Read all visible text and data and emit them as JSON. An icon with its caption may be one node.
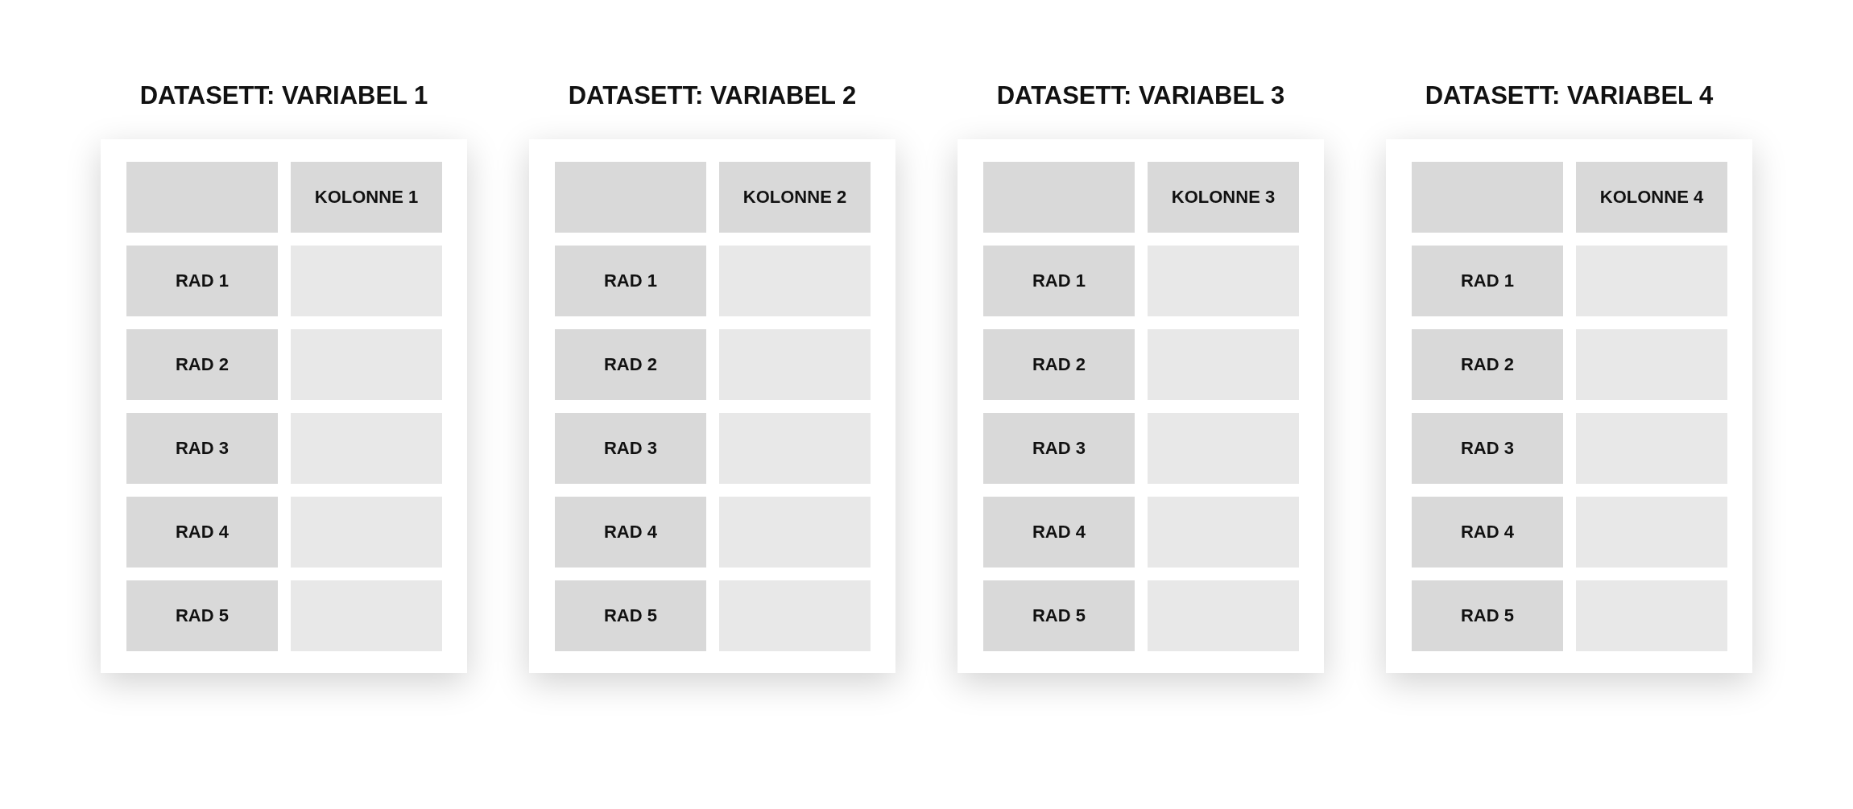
{
  "diagram": {
    "nodes": [
      {
        "text": [
          "DATASETT: VARIABEL 1"
        ]
      },
      {
        "text": [],
        "shape": "box",
        "in": 0
      },
      {
        "text": [
          "KOLONNE 1"
        ],
        "in": 0
      },
      {
        "text": [
          "RAD 1"
        ],
        "in": 0
      },
      {
        "text": [],
        "shape": "box",
        "in": 0
      },
      {
        "text": [
          "RAD 2"
        ],
        "in": 0
      },
      {
        "text": [],
        "shape": "box",
        "in": 0
      },
      {
        "text": [
          "RAD 3"
        ],
        "in": 0
      },
      {
        "text": [],
        "shape": "box",
        "in": 0
      },
      {
        "text": [
          "RAD 4"
        ],
        "in": 0
      },
      {
        "text": [],
        "shape": "box",
        "in": 0
      },
      {
        "text": [
          "RAD 5"
        ],
        "in": 0
      },
      {
        "text": [],
        "shape": "box",
        "in": 0
      },
      {
        "text": [
          "DATASETT: VARIABEL 2"
        ]
      },
      {
        "text": [],
        "shape": "box",
        "in": 13
      },
      {
        "text": [
          "KOLONNE 2"
        ],
        "in": 13
      },
      {
        "text": [
          "RAD 1"
        ],
        "in": 13
      },
      {
        "text": [],
        "shape": "box",
        "in": 13
      },
      {
        "text": [
          "RAD 2"
        ],
        "in": 13
      },
      {
        "text": [],
        "shape": "box",
        "in": 13
      },
      {
        "text": [
          "RAD 3"
        ],
        "in": 13
      },
      {
        "text": [],
        "shape": "box",
        "in": 13
      },
      {
        "text": [
          "RAD 4"
        ],
        "in": 13
      },
      {
        "text": [],
        "shape": "box",
        "in": 13
      },
      {
        "text": [
          "RAD 5"
        ],
        "in": 13
      },
      {
        "text": [],
        "shape": "box",
        "in": 13
      },
      {
        "text": [
          "DATASETT: VARIABEL 3"
        ]
      },
      {
        "text": [],
        "shape": "box",
        "in": 26
      },
      {
        "text": [
          "KOLONNE 3"
        ],
        "in": 26
      },
      {
        "text": [
          "RAD 1"
        ],
        "in": 26
      },
      {
        "text": [],
        "shape": "box",
        "in": 26
      },
      {
        "text": [
          "RAD 2"
        ],
        "in": 26
      },
      {
        "text": [],
        "shape": "box",
        "in": 26
      },
      {
        "text": [
          "RAD 3"
        ],
        "in": 26
      },
      {
        "text": [],
        "shape": "box",
        "in": 26
      },
      {
        "text": [
          "RAD 4"
        ],
        "in": 26
      },
      {
        "text": [],
        "shape": "box",
        "in": 26
      },
      {
        "text": [
          "RAD 5"
        ],
        "in": 26
      },
      {
        "text": [],
        "shape": "box",
        "in": 26
      },
      {
        "text": [
          "DATASETT: VARIABEL 4"
        ]
      },
      {
        "text": [],
        "shape": "box",
        "in": 39
      },
      {
        "text": [
          "KOLONNE 4"
        ],
        "in": 39
      },
      {
        "text": [
          "RAD 1"
        ],
        "in": 39
      },
      {
        "text": [],
        "shape": "box",
        "in": 39
      },
      {
        "text": [
          "RAD 2"
        ],
        "in": 39
      },
      {
        "text": [],
        "shape": "box",
        "in": 39
      },
      {
        "text": [
          "RAD 3"
        ],
        "in": 39
      },
      {
        "text": [],
        "shape": "box",
        "in": 39
      },
      {
        "text": [
          "RAD 4"
        ],
        "in": 39
      },
      {
        "text": [],
        "shape": "box",
        "in": 39
      },
      {
        "text": [
          "RAD 5"
        ],
        "in": 39
      },
      {
        "text": [],
        "shape": "box",
        "in": 39
      }
    ]
  }
}
